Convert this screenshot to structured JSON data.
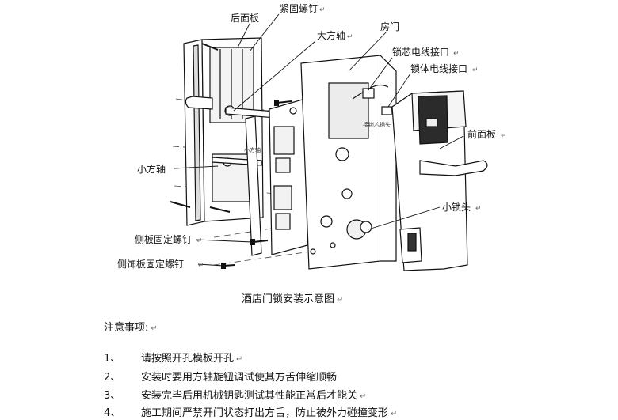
{
  "labels": {
    "back_panel": "后面板",
    "fastening_screw": "紧固螺钉",
    "large_spindle": "大方轴",
    "door": "房门",
    "core_connector": "锁芯电线接口",
    "body_connector": "锁体电线接口",
    "front_panel": "前面板",
    "small_spindle": "小方轴",
    "small_spindle_tag": "小方轴",
    "connector_plug": "接锁芯插头",
    "cylinder": "小锁头",
    "side_plate_screw": "侧板固定螺钉",
    "trim_plate_screw": "侧饰板固定螺钉",
    "return_mark": "↵"
  },
  "caption": "酒店门锁安装示意图",
  "notes": {
    "title": "注意事项:",
    "items": [
      {
        "num": "1、",
        "text": "请按照开孔模板开孔"
      },
      {
        "num": "2、",
        "text": "安装时要用方轴旋钮调试使其方舌伸缩顺畅"
      },
      {
        "num": "3、",
        "text": "安装完毕后用机械钥匙测试其性能正常后才能关"
      },
      {
        "num": "4、",
        "text": "施工期间严禁开门状态打出方舌，防止被外力碰撞变形"
      }
    ]
  }
}
